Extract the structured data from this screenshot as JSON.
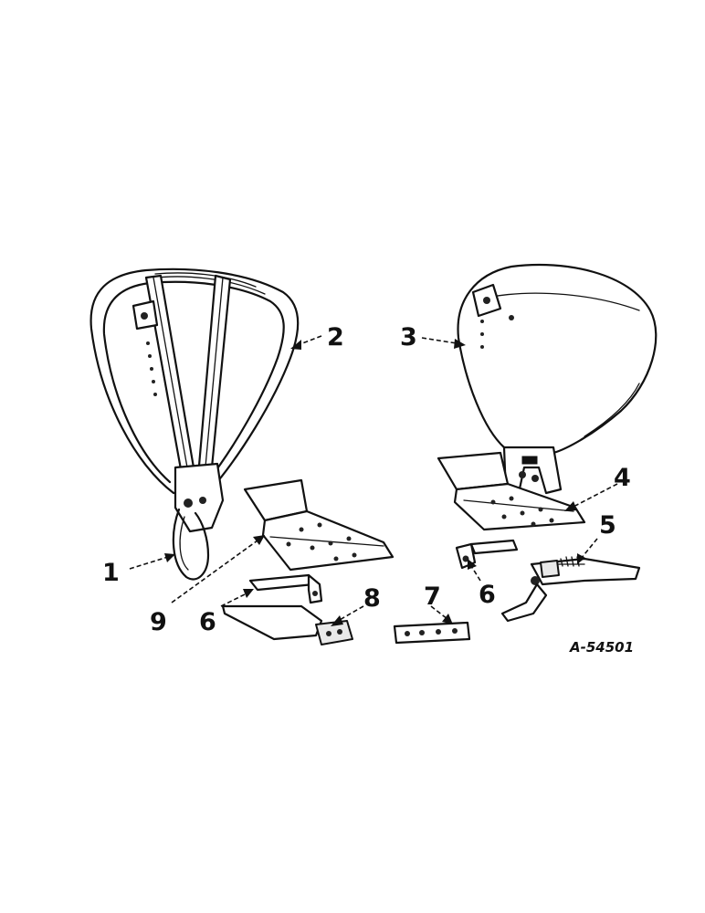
{
  "figure": {
    "part_number": "A-54501",
    "callouts": [
      {
        "id": "1",
        "text": "1",
        "part": "seat-support-spring"
      },
      {
        "id": "2",
        "text": "2",
        "part": "seat-pan-with-straps"
      },
      {
        "id": "3",
        "text": "3",
        "part": "seat-pan-solid"
      },
      {
        "id": "4",
        "text": "4",
        "part": "seat-mounting-bracket-right"
      },
      {
        "id": "5",
        "text": "5",
        "part": "seat-adjusting-lever"
      },
      {
        "id": "6a",
        "text": "6",
        "part": "angle-bracket-left"
      },
      {
        "id": "6b",
        "text": "6",
        "part": "angle-bracket-right"
      },
      {
        "id": "7",
        "text": "7",
        "part": "spacer-plate"
      },
      {
        "id": "8",
        "text": "8",
        "part": "lever-arm"
      },
      {
        "id": "9",
        "text": "9",
        "part": "seat-mounting-bracket-left"
      }
    ]
  }
}
